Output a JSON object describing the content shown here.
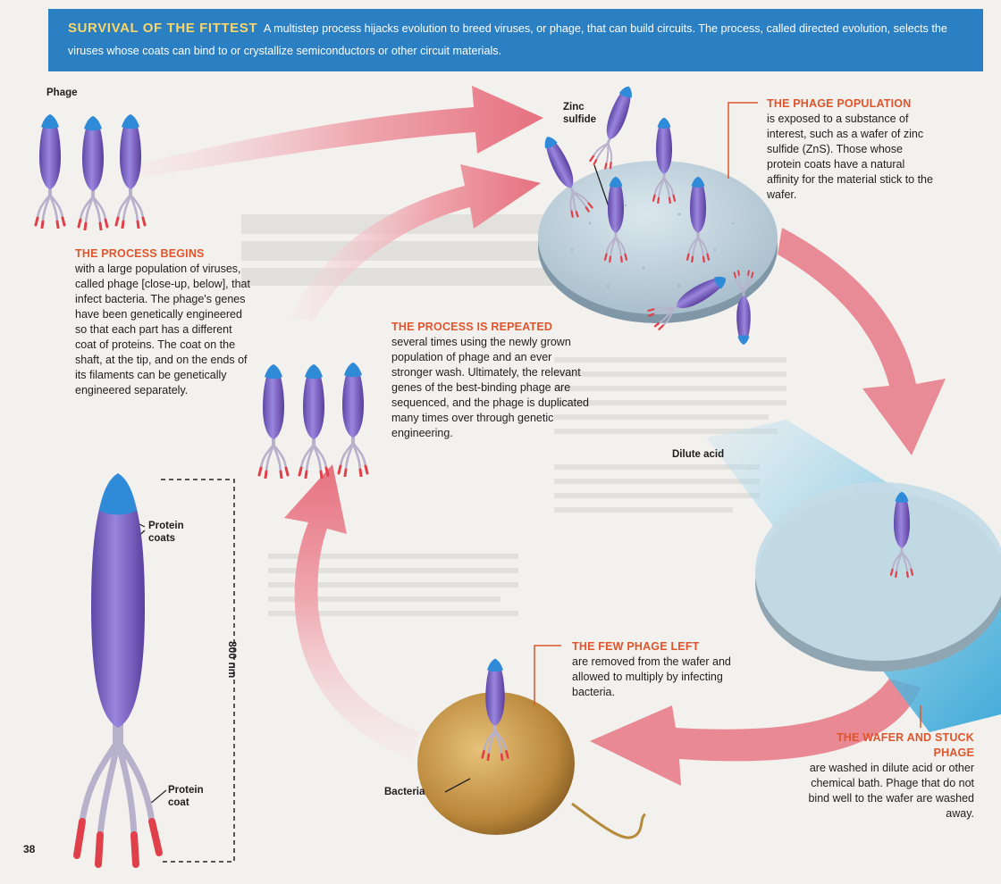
{
  "banner": {
    "title": "SURVIVAL OF THE FITTEST",
    "text": "A multistep process hijacks evolution to breed viruses, or phage, that can build circuits. The process, called directed evolution, selects the viruses whose coats can bind to or crystallize semiconductors or other circuit materials."
  },
  "labels": {
    "phage": "Phage",
    "zinc_sulfide": "Zinc sulfide",
    "dilute_acid": "Dilute acid",
    "protein_coats": "Protein coats",
    "protein_coat": "Protein coat",
    "bacteria": "Bacteria",
    "scale": "800 nm",
    "page_number": "38"
  },
  "steps": {
    "begins": {
      "title": "THE PROCESS BEGINS",
      "text": "with a large population of viruses, called phage [close-up, below], that infect bacteria. The phage's genes have been genetically engineered so that each part has a different coat of proteins. The coat on the shaft, at the tip, and on the ends of its filaments can be genetically engineered separately."
    },
    "population": {
      "title": "THE PHAGE POPULATION",
      "text": "is exposed to a substance of interest, such as a wafer of zinc sulfide (ZnS). Those whose protein coats have a natural affinity for the material stick to the wafer."
    },
    "repeated": {
      "title": "THE PROCESS IS REPEATED",
      "text": "several times using the newly grown population of phage and an ever stronger wash. Ultimately, the relevant genes of the best-binding phage are sequenced, and the phage is duplicated many times over through genetic engineering."
    },
    "few_left": {
      "title": "THE FEW PHAGE LEFT",
      "text": "are removed from the wafer and allowed to multiply by infecting bacteria."
    },
    "wafer": {
      "title": "THE WAFER AND STUCK PHAGE",
      "text": "are washed in dilute acid or other chemical bath. Phage that do not bind well to the wafer are washed away."
    }
  },
  "colors": {
    "banner": "#2b7fc3",
    "banner_title": "#f8d66a",
    "heading": "#e0552c",
    "arrow": "#e8808c",
    "phage_body": "#7d64c2",
    "phage_tip": "#2f8ad8",
    "tail_end": "#e0404a",
    "wafer": "#bcd0dc",
    "bacterium": "#c89a48"
  }
}
